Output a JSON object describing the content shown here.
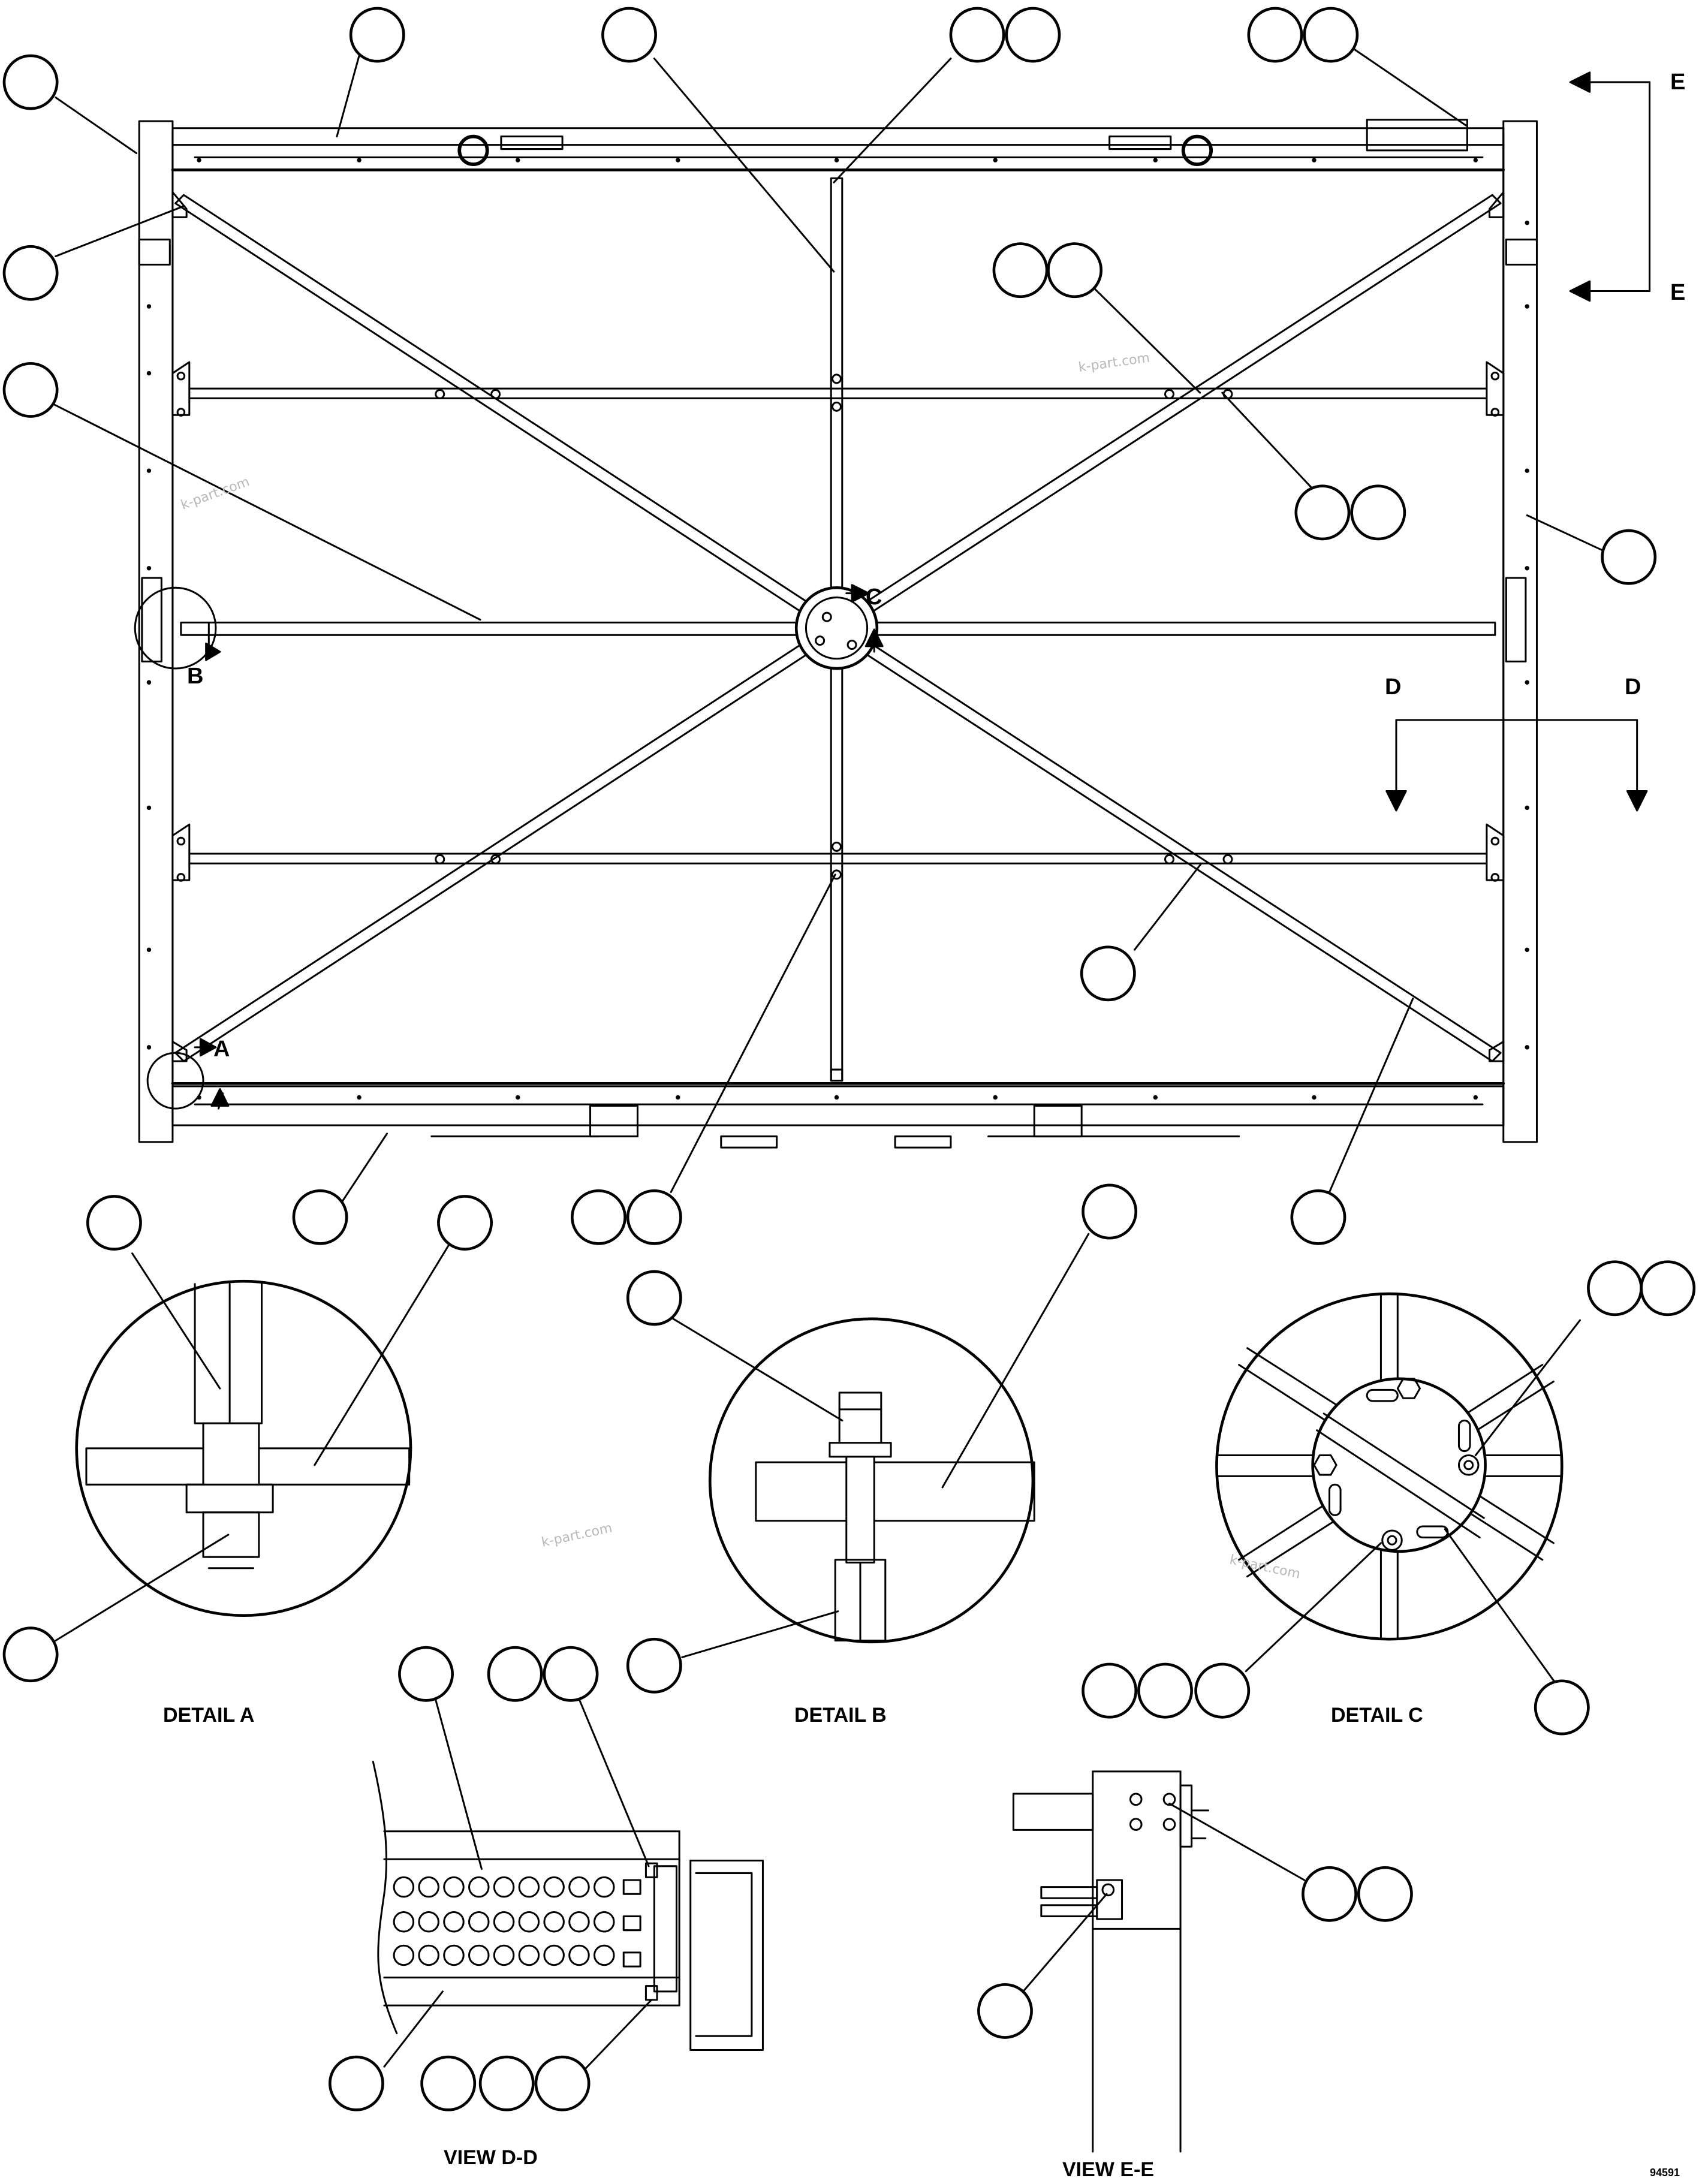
{
  "section_markers": {
    "a": "A",
    "b": "B",
    "c": "C",
    "d": "D",
    "e": "E"
  },
  "captions": {
    "detail_a": "DETAIL A",
    "detail_b": "DETAIL B",
    "detail_c": "DETAIL C",
    "view_dd": "VIEW D-D",
    "view_ee": "VIEW E-E"
  },
  "figure_number": "94591",
  "watermark": "k-part.com",
  "callout_balloons_empty": true
}
